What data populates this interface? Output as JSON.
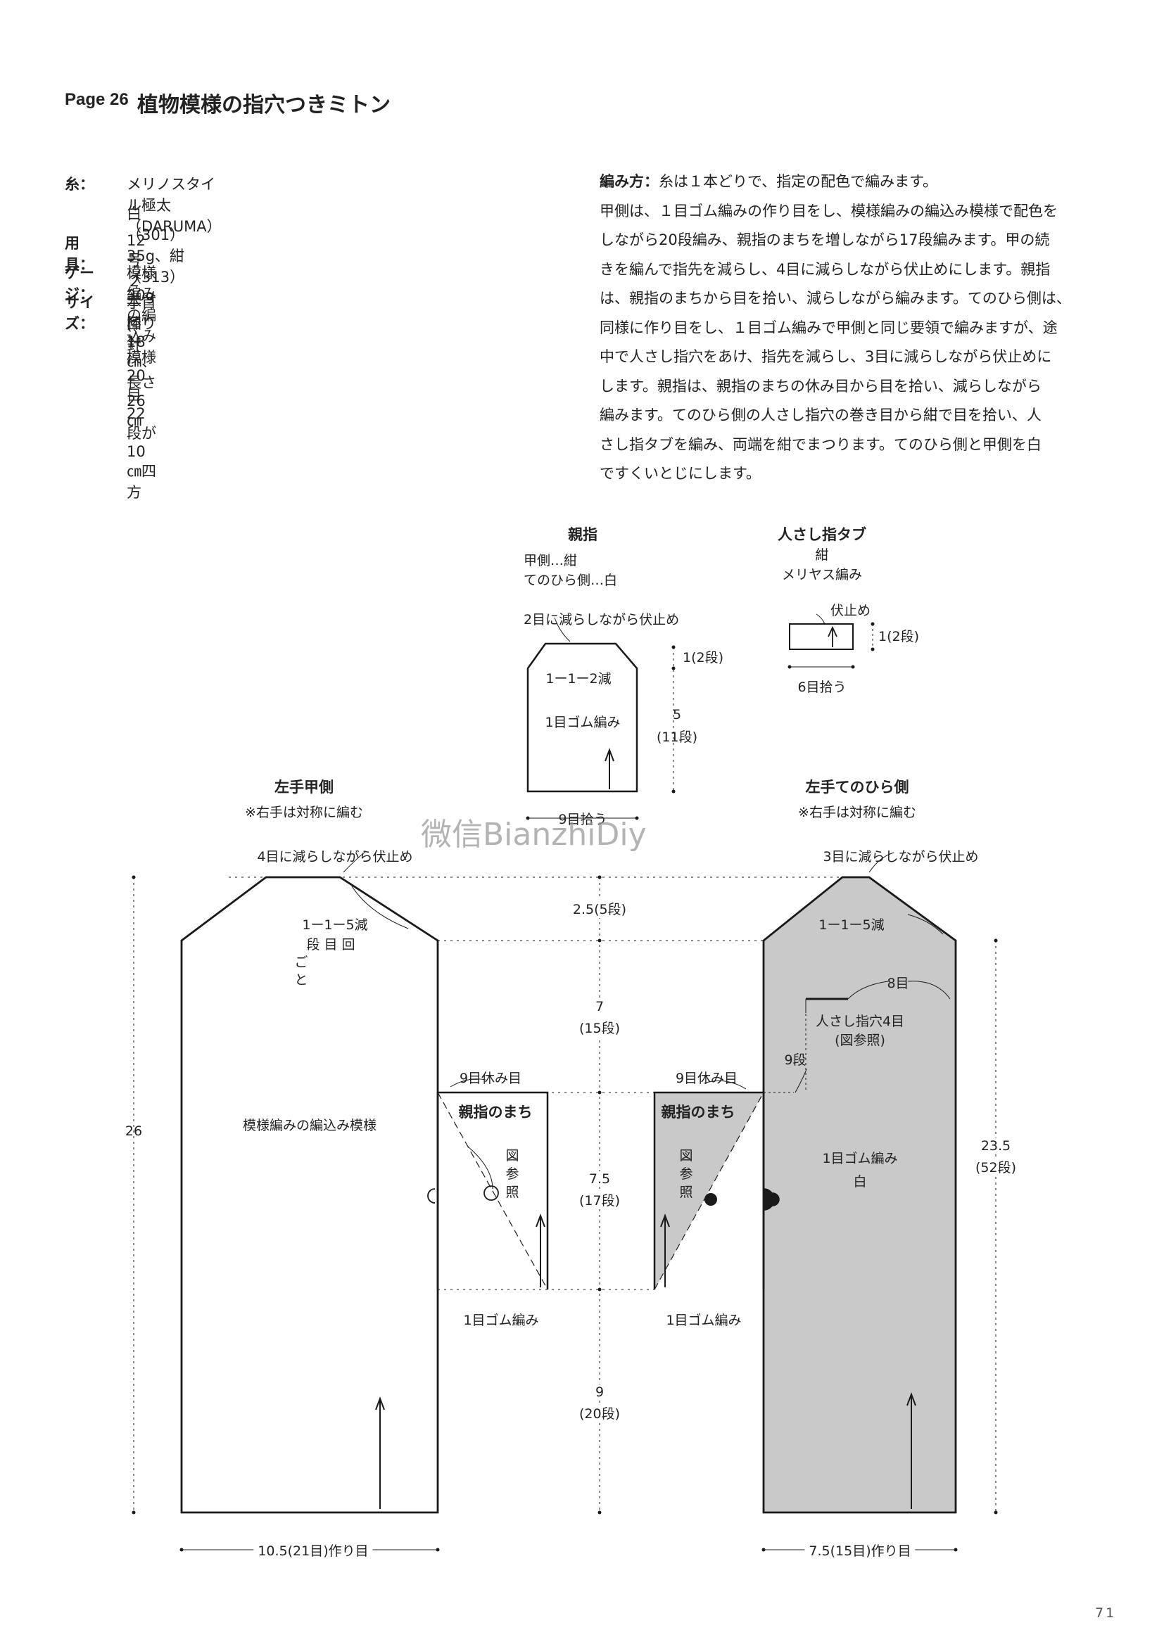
{
  "header": {
    "page": "Page 26",
    "title": "植物模様の指穴つきミトン"
  },
  "specs": [
    {
      "key": "糸：",
      "value": "メリノスタイル極太（DARUMA）",
      "value2": "白（301）35g、紺（313）30g"
    },
    {
      "key": "用具：",
      "value": "12号２本棒針"
    },
    {
      "key": "ゲージ：",
      "value": "模様編みの編込み模様　20目22段が10㎝四方"
    },
    {
      "key": "サイズ：",
      "value": "手首回り18㎝、長さ26㎝"
    }
  ],
  "method": {
    "label": "編み方：",
    "lines": [
      "糸は１本どりで、指定の配色で編みます。",
      "甲側は、１目ゴム編みの作り目をし、模様編みの編込み模様で配色を",
      "しながら20段編み、親指のまちを増しながら17段編みます。甲の続",
      "きを編んで指先を減らし、4目に減らしながら伏止めにします。親指",
      "は、親指のまちから目を拾い、減らしながら編みます。てのひら側は、",
      "同様に作り目をし、１目ゴム編みで甲側と同じ要領で編みますが、途",
      "中で人さし指穴をあけ、指先を減らし、3目に減らしながら伏止めに",
      "します。親指は、親指のまちの休み目から目を拾い、減らしながら",
      "編みます。てのひら側の人さし指穴の巻き目から紺で目を拾い、人",
      "さし指タブを編み、両端を紺でまつります。てのひら側と甲側を白",
      "ですくいとじにします。"
    ]
  },
  "thumb": {
    "title": "親指",
    "note1": "甲側…紺",
    "note2": "てのひら側…白",
    "bindoff": "2目に減らしながら伏止め",
    "dec": "1ー1ー2減",
    "rib": "1目ゴム編み",
    "top_rows": "1(2段)",
    "len": "5",
    "len_rows": "(11段)",
    "pickup": "9目拾う"
  },
  "tab": {
    "title": "人さし指タブ",
    "color": "紺",
    "stitch": "メリヤス編み",
    "bindoff": "伏止め",
    "rows": "1(2段)",
    "pickup": "6目拾う"
  },
  "left_back": {
    "title": "左手甲側",
    "note": "※右手は対称に編む",
    "bindoff": "4目に減らしながら伏止め",
    "dec": "1ー1ー5減",
    "dec_sub1": "段 目 回",
    "dec_sub2": "ご",
    "dec_sub3": "と",
    "pattern": "模様編みの編込み模様",
    "length": "26",
    "gusset": "親指のまち",
    "rest": "9目休み目",
    "ref1": "図",
    "ref2": "参",
    "ref3": "照",
    "rib": "1目ゴム編み",
    "caston": "10.5(21目)作り目"
  },
  "center_dims": {
    "d1": "2.5(5段)",
    "d2": "7",
    "d2r": "(15段)",
    "d3": "7.5",
    "d3r": "(17段)",
    "d4": "9",
    "d4r": "(20段)"
  },
  "left_palm": {
    "title": "左手てのひら側",
    "note": "※右手は対称に編む",
    "bindoff": "3目に減らしながら伏止め",
    "dec": "1ー1ー5減",
    "side": "8目",
    "hole1": "人さし指穴4目",
    "hole2": "(図参照)",
    "hole_rows": "9段",
    "gusset": "親指のまち",
    "rest": "9目休み目",
    "ref1": "図",
    "ref2": "参",
    "ref3": "照",
    "main1": "1目ゴム編み",
    "main2": "白",
    "len": "23.5",
    "len_rows": "(52段)",
    "rib": "1目ゴム編み",
    "caston": "7.5(15目)作り目"
  },
  "watermark": "微信BianzhiDiy",
  "page_number": "71",
  "colors": {
    "fill_gray": "#c9c9c9",
    "line": "#1a1a1a"
  }
}
